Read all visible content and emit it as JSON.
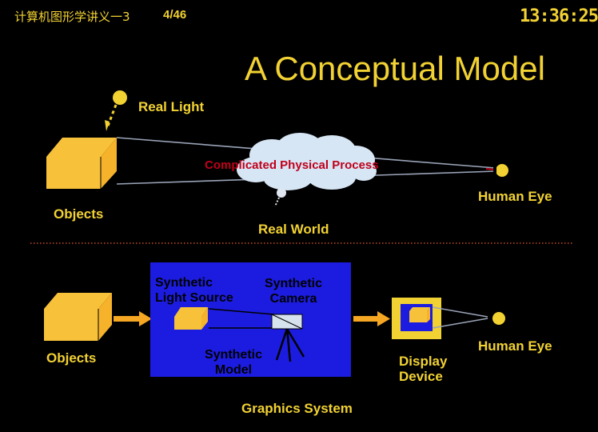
{
  "header": {
    "course": "计算机图形学讲义一3",
    "page": "4/46",
    "clock": "13:36:25"
  },
  "title": "A Conceptual Model",
  "real_world": {
    "real_light": "Real Light",
    "process": "Complicated Physical Process",
    "human_eye": "Human Eye",
    "objects": "Objects",
    "label": "Real World"
  },
  "graphics": {
    "light_source_1": "Synthetic",
    "light_source_2": "Light Source",
    "camera_1": "Synthetic",
    "camera_2": "Camera",
    "model_1": "Synthetic",
    "model_2": "Model",
    "objects": "Objects",
    "display_1": "Display",
    "display_2": "Device",
    "human_eye": "Human Eye",
    "system_label": "Graphics System"
  },
  "colors": {
    "background": "#000000",
    "text": "#f2d233",
    "object_fill": "#f7c23a",
    "system_box": "#1c1ce0",
    "cloud": "#d6e6f5",
    "arrow": "#f5a623",
    "process_text": "#c0001a"
  }
}
